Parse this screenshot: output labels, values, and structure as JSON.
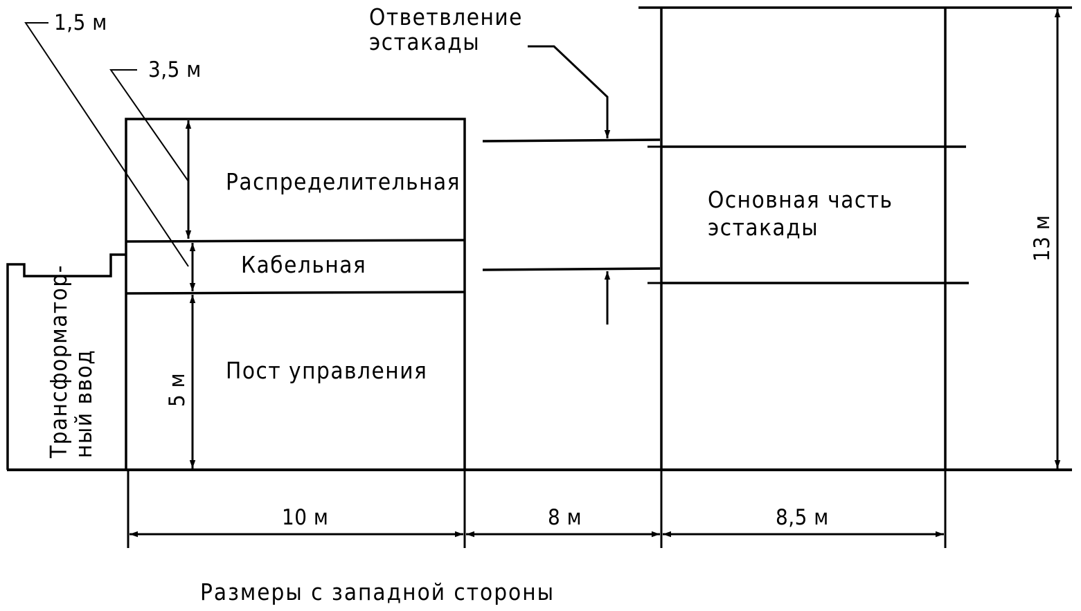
{
  "labels": {
    "branch_line1": "Ответвление",
    "branch_line2": "эстакады",
    "distribution": "Распределительная",
    "cable": "Кабельная",
    "control_post": "Пост управления",
    "main_line1": "Основная часть",
    "main_line2": "эстакады",
    "transformer_line1": "Трансформатор-",
    "transformer_line2": "ный ввод"
  },
  "dimensions": {
    "leader_top": "1,5 м",
    "leader_second": "3,5 м",
    "control_height": "5 м",
    "total_height": "13 м",
    "width_building": "10 м",
    "width_gap": "8 м",
    "width_main": "8,5 м"
  },
  "caption": "Размеры с западной стороны"
}
